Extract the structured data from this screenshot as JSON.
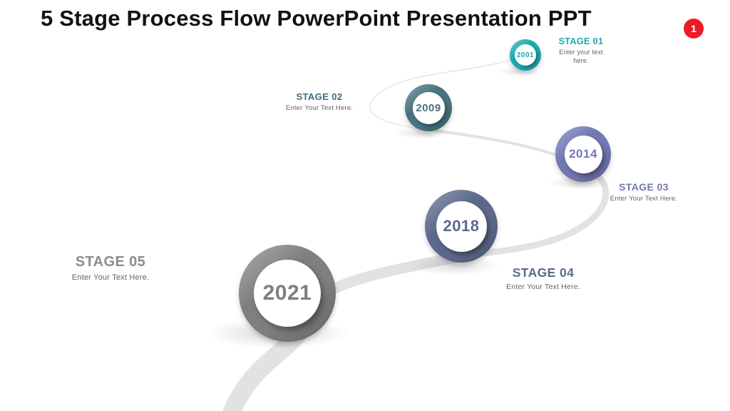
{
  "slide": {
    "title": "5 Stage Process Flow PowerPoint Presentation PPT",
    "badge": {
      "label": "1",
      "color": "#ed1c24"
    },
    "background_color": "#ffffff",
    "path_color": "#e2e2e2"
  },
  "stages": [
    {
      "label": "STAGE 01",
      "year": "2001",
      "description": "Enter your text here.",
      "color": "#1ca9b0",
      "label_color": "#1ca9b0"
    },
    {
      "label": "STAGE 02",
      "year": "2009",
      "description": "Enter Your Text Here.",
      "color": "#48737f",
      "label_color": "#3f6a79"
    },
    {
      "label": "STAGE 03",
      "year": "2014",
      "description": "Enter Your Text Here.",
      "color": "#7278b4",
      "label_color": "#7278b4"
    },
    {
      "label": "STAGE 04",
      "year": "2018",
      "description": "Enter Your Text Here.",
      "color": "#5c698b",
      "label_color": "#5c698b"
    },
    {
      "label": "STAGE 05",
      "year": "2021",
      "description": "Enter Your Text Here.",
      "color": "#7f7f7f",
      "label_color": "#8c8c8c"
    }
  ]
}
